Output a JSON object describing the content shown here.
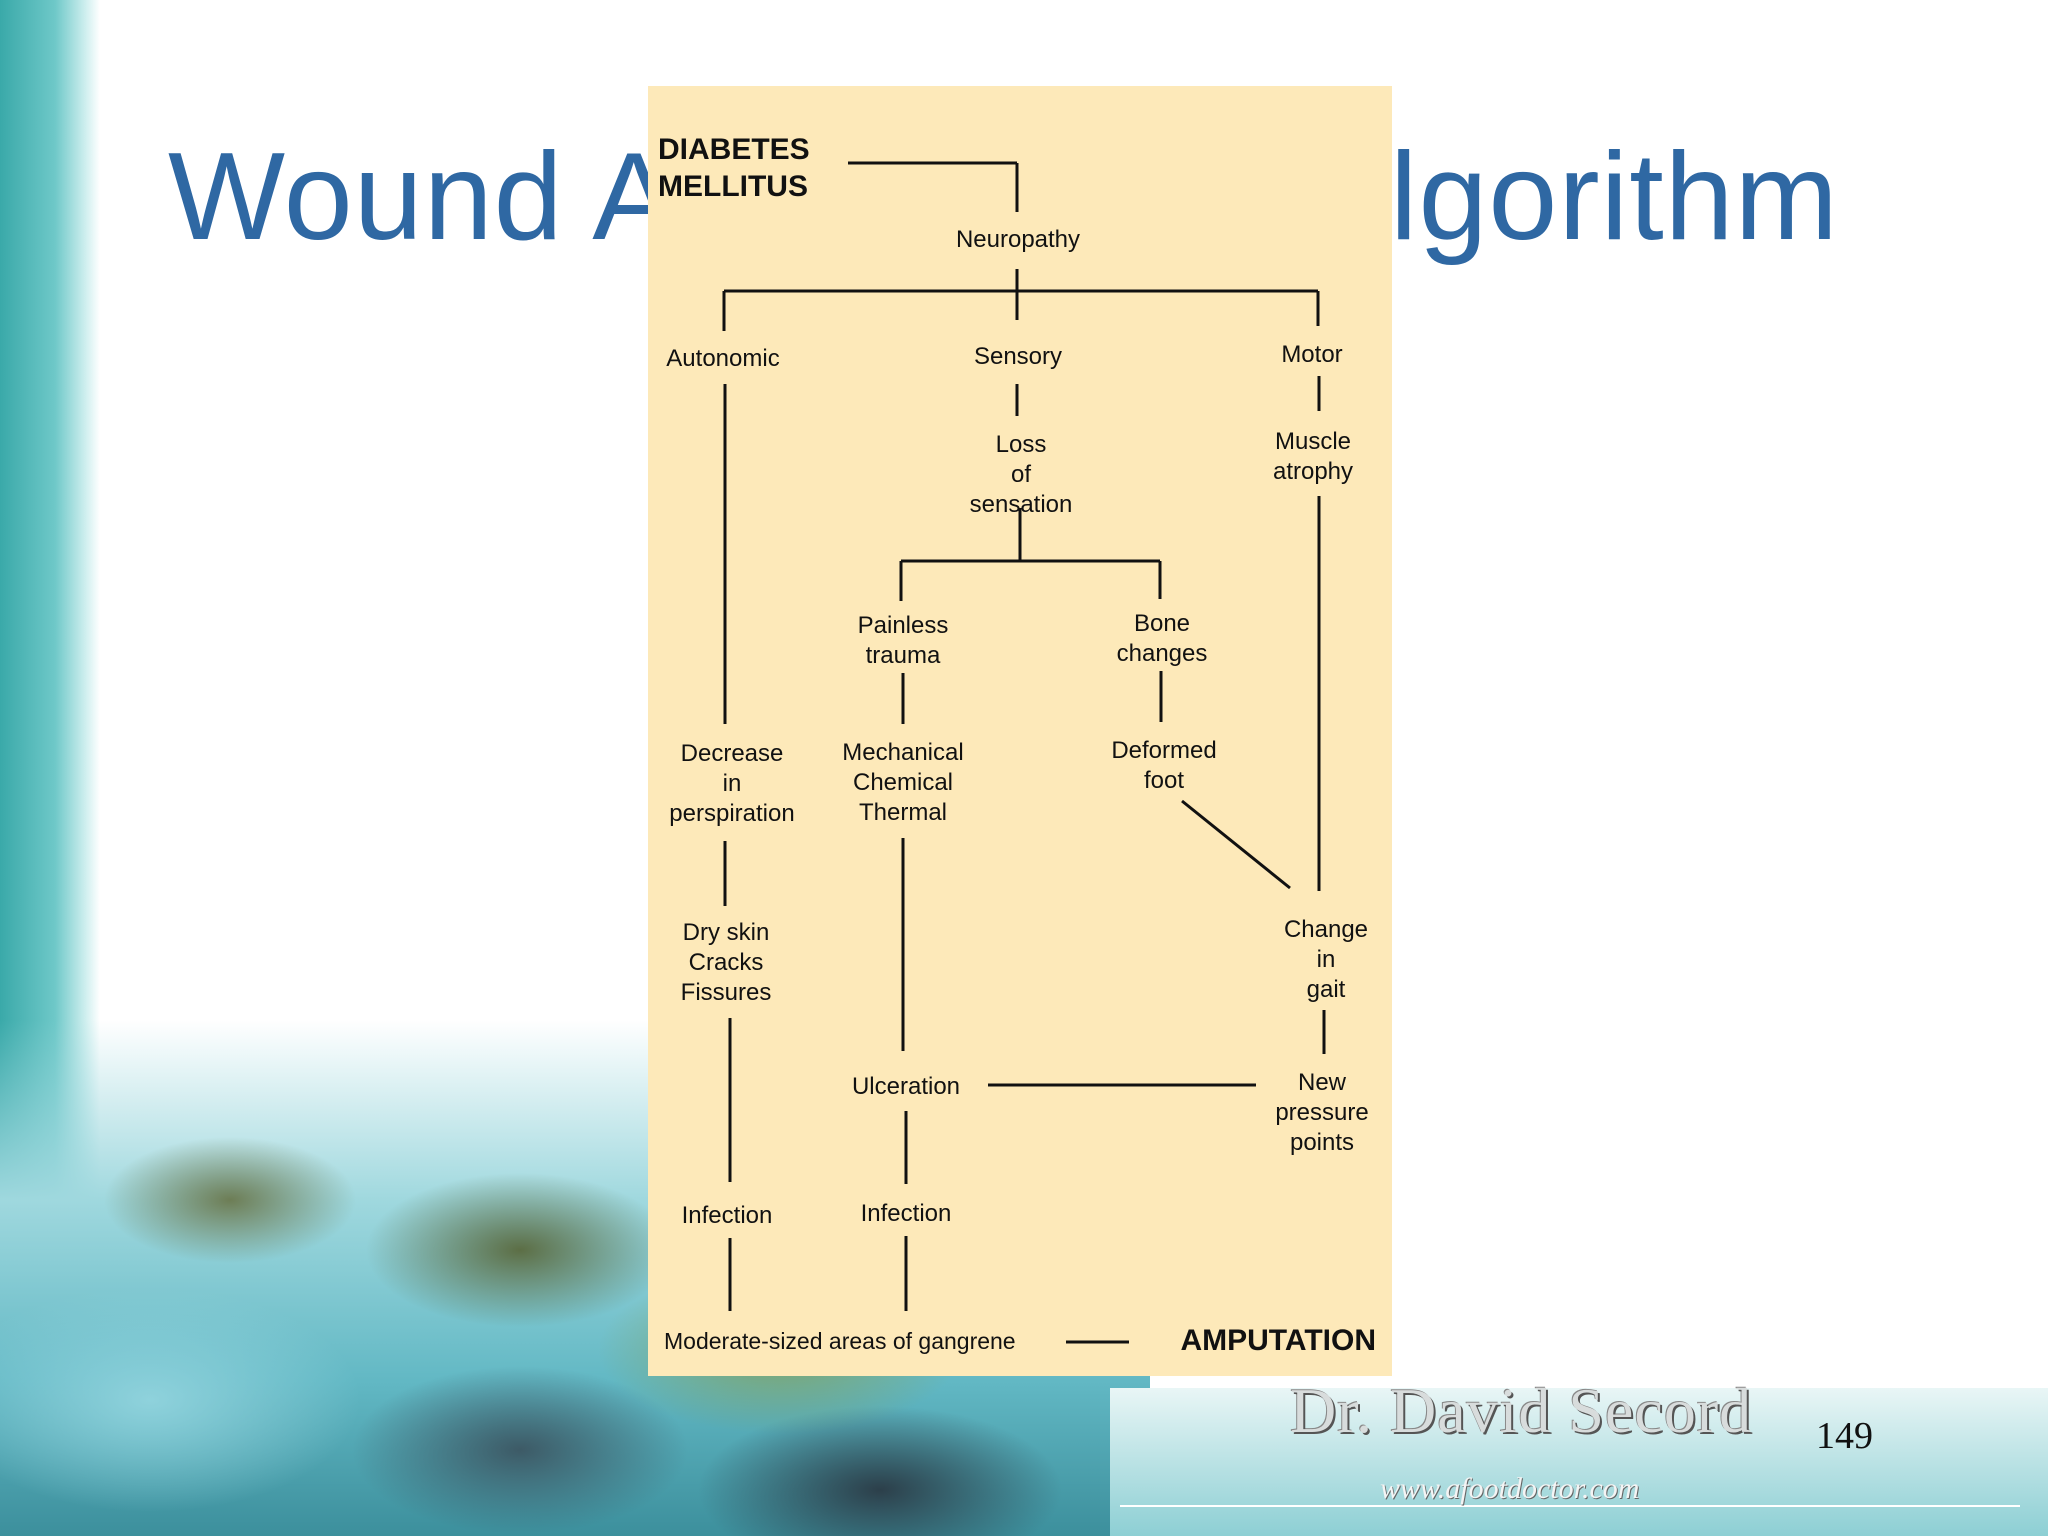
{
  "slide": {
    "title": "Wound Assessment Algorithm",
    "page_number": "149",
    "footer": {
      "signature": "Dr. David Secord",
      "url": "www.afootdoctor.com"
    }
  },
  "figure": {
    "background": "#fde9b9",
    "line_color": "#111111",
    "nodes": {
      "root": [
        "DIABETES",
        "MELLITUS"
      ],
      "neuropathy": [
        "Neuropathy"
      ],
      "autonomic": [
        "Autonomic"
      ],
      "sensory": [
        "Sensory"
      ],
      "motor": [
        "Motor"
      ],
      "loss": [
        "Loss",
        "of",
        "sensation"
      ],
      "atrophy": [
        "Muscle",
        "atrophy"
      ],
      "painless": [
        "Painless",
        "trauma"
      ],
      "bone": [
        "Bone",
        "changes"
      ],
      "decrease": [
        "Decrease",
        "in",
        "perspiration"
      ],
      "mechanical": [
        "Mechanical",
        "Chemical",
        "Thermal"
      ],
      "deformed": [
        "Deformed",
        "foot"
      ],
      "gait": [
        "Change",
        "in",
        "gait"
      ],
      "dryskin": [
        "Dry skin",
        "Cracks",
        "Fissures"
      ],
      "ulceration": [
        "Ulceration"
      ],
      "pressure": [
        "New",
        "pressure",
        "points"
      ],
      "infection_left": [
        "Infection"
      ],
      "infection_mid": [
        "Infection"
      ],
      "gangrene": [
        "Moderate-sized areas of gangrene"
      ],
      "amputation": [
        "AMPUTATION"
      ]
    }
  }
}
